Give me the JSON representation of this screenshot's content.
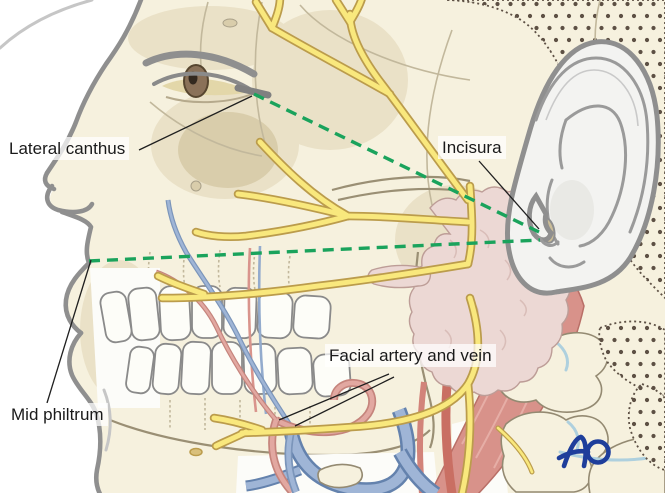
{
  "illustration": {
    "description": "Lateral view of the head showing facial nerve branches, parotid gland, vessels and surgical landmarks",
    "labels": {
      "lateral_canthus": "Lateral canthus",
      "incisura": "Incisura",
      "facial_artery_vein": "Facial artery and vein",
      "mid_philtrum": "Mid philtrum"
    },
    "reference_lines": [
      {
        "from": "Lateral canthus",
        "to": "Incisura",
        "style": "green-dashed"
      },
      {
        "from": "Mid philtrum",
        "to": "Incisura",
        "style": "green-dashed"
      }
    ],
    "logo": {
      "text": "AO"
    }
  },
  "colors": {
    "bg": "#ffffff",
    "bone": "#f6f1de",
    "boneShade": "#eae1c7",
    "boneDark": "#d9cdab",
    "outlineGray": "#8f8f8f",
    "lightGray": "#c6c6c6",
    "contour": "#c2b89c",
    "skullLine": "#9a8f74",
    "nerveFill": "#f9e87d",
    "nerveEdge": "#bb9c4c",
    "parotid": "#ecd8d4",
    "parotidEdge": "#bd9d97",
    "artery": "#e2a8a1",
    "arteryEdge": "#c5847c",
    "arteryDeep": "#c96f63",
    "vein": "#9fb5d6",
    "veinEdge": "#7b95ba",
    "veinDeep": "#6482ad",
    "muscle": "#d8928a",
    "muscleEdge": "#b96f67",
    "green": "#1aa35c",
    "dot": "#5d5044",
    "earFill": "#f3f3f1",
    "toothFill": "#fdfdf8",
    "scleraTan": "#e3d7a9",
    "iris": "#8a7158",
    "pupil": "#33291f",
    "facet": "#aed0de",
    "leader": "#1f1f1f",
    "labelBg": "rgba(255,255,255,0.72)",
    "text": "#1a1a1a",
    "logo": "#1e3e9b"
  }
}
